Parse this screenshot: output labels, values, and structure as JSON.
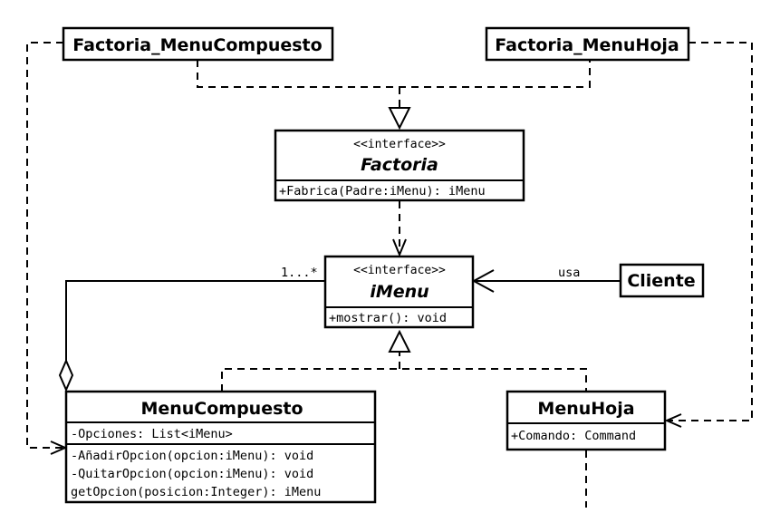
{
  "classes": {
    "factoria_menu_compuesto": {
      "name": "Factoria_MenuCompuesto"
    },
    "factoria_menu_hoja": {
      "name": "Factoria_MenuHoja"
    },
    "factoria": {
      "stereotype": "<<interface>>",
      "name": "Factoria",
      "operations": [
        "+Fabrica(Padre:iMenu): iMenu"
      ]
    },
    "imenu": {
      "stereotype": "<<interface>>",
      "name": "iMenu",
      "operations": [
        "+mostrar(): void"
      ]
    },
    "cliente": {
      "name": "Cliente"
    },
    "menu_compuesto": {
      "name": "MenuCompuesto",
      "attributes": [
        "-Opciones: List<iMenu>"
      ],
      "operations": [
        "-AñadirOpcion(opcion:iMenu): void",
        "-QuitarOpcion(opcion:iMenu): void",
        "getOpcion(posicion:Integer): iMenu"
      ]
    },
    "menu_hoja": {
      "name": "MenuHoja",
      "attributes": [
        "+Comando: Command"
      ]
    }
  },
  "relations": {
    "cliente_usa_label": "usa",
    "multiplicity": "1...*"
  }
}
